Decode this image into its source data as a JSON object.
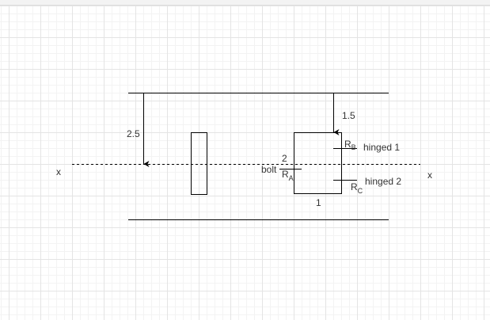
{
  "diagram": {
    "dim_left": "2.5",
    "dim_right": "1.5",
    "axis_left": "x",
    "axis_right": "x",
    "box_left_label": "2",
    "box_bottom_label": "1",
    "bolt_label": "bolt",
    "ra": {
      "main": "R",
      "sub": "A"
    },
    "rb": {
      "main": "R",
      "sub": "B"
    },
    "rc": {
      "main": "R",
      "sub": "C"
    },
    "hinged1": "hinged 1",
    "hinged2": "hinged 2"
  }
}
